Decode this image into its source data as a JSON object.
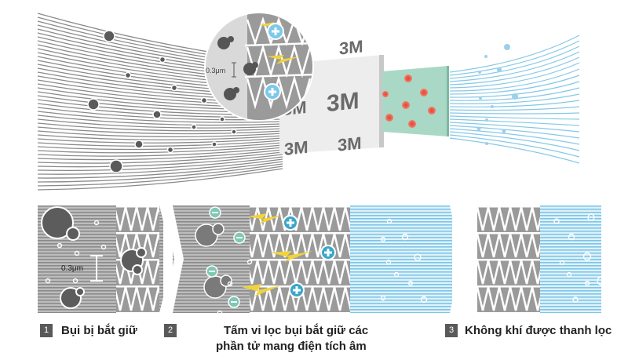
{
  "top_diagram": {
    "magnifier_label": "0.3μm",
    "filter_brand": "3M",
    "colors": {
      "dust_lines": "#8a8a8a",
      "particle": "#5a5a5a",
      "filter_white": "#efefef",
      "filter_green": "#a8d8c4",
      "bacteria": "#e0503c",
      "clean_lines": "#7ec4e4",
      "charge_plus": "#7ec8ea",
      "lightning": "#f2d43a"
    }
  },
  "bottom_panels": {
    "panel1": {
      "size_label": "0.3μm"
    },
    "panel2": {},
    "panel3": {}
  },
  "captions": [
    {
      "number": "1",
      "text": "Bụi bị bắt giữ"
    },
    {
      "number": "2",
      "line1": "Tấm vi lọc bụi bắt giữ các",
      "line2": "phần tử mang điện tích âm"
    },
    {
      "number": "3",
      "text": "Không khí được thanh lọc"
    }
  ]
}
